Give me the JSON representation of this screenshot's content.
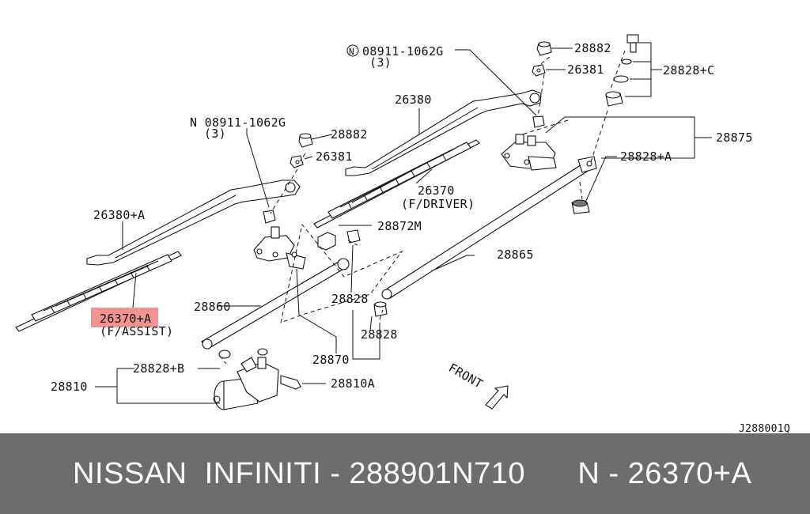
{
  "diagram": {
    "labels": {
      "l_08911_top": "08911-1062G",
      "l_3_top": "(3)",
      "l_28882_top": "28882",
      "l_26381_top": "26381",
      "l_28828c": "28828+C",
      "l_26380": "26380",
      "l_28875": "28875",
      "l_08911_mid": "N 08911-1062G",
      "l_3_mid": "(3)",
      "l_28882_mid": "28882",
      "l_26381_mid": "26381",
      "l_28828a": "28828+A",
      "l_26370": "26370",
      "l_fdriver": "(F/DRIVER)",
      "l_26380a": "26380+A",
      "l_28872m": "28872M",
      "l_28865": "28865",
      "l_26370a": "26370+A",
      "l_fassist": "(F/ASSIST)",
      "l_28860": "28860",
      "l_28828_1": "28828",
      "l_28828_2": "28828",
      "l_28870": "28870",
      "l_28828b": "28828+B",
      "l_28810": "28810",
      "l_28810a": "28810A",
      "l_front": "FRONT",
      "l_code": "J288001Q",
      "n_mark": "N"
    },
    "highlight_color": "#f08080"
  },
  "footer": {
    "text": "NISSAN  INFINITI - 288901N710      N - 26370+A"
  }
}
